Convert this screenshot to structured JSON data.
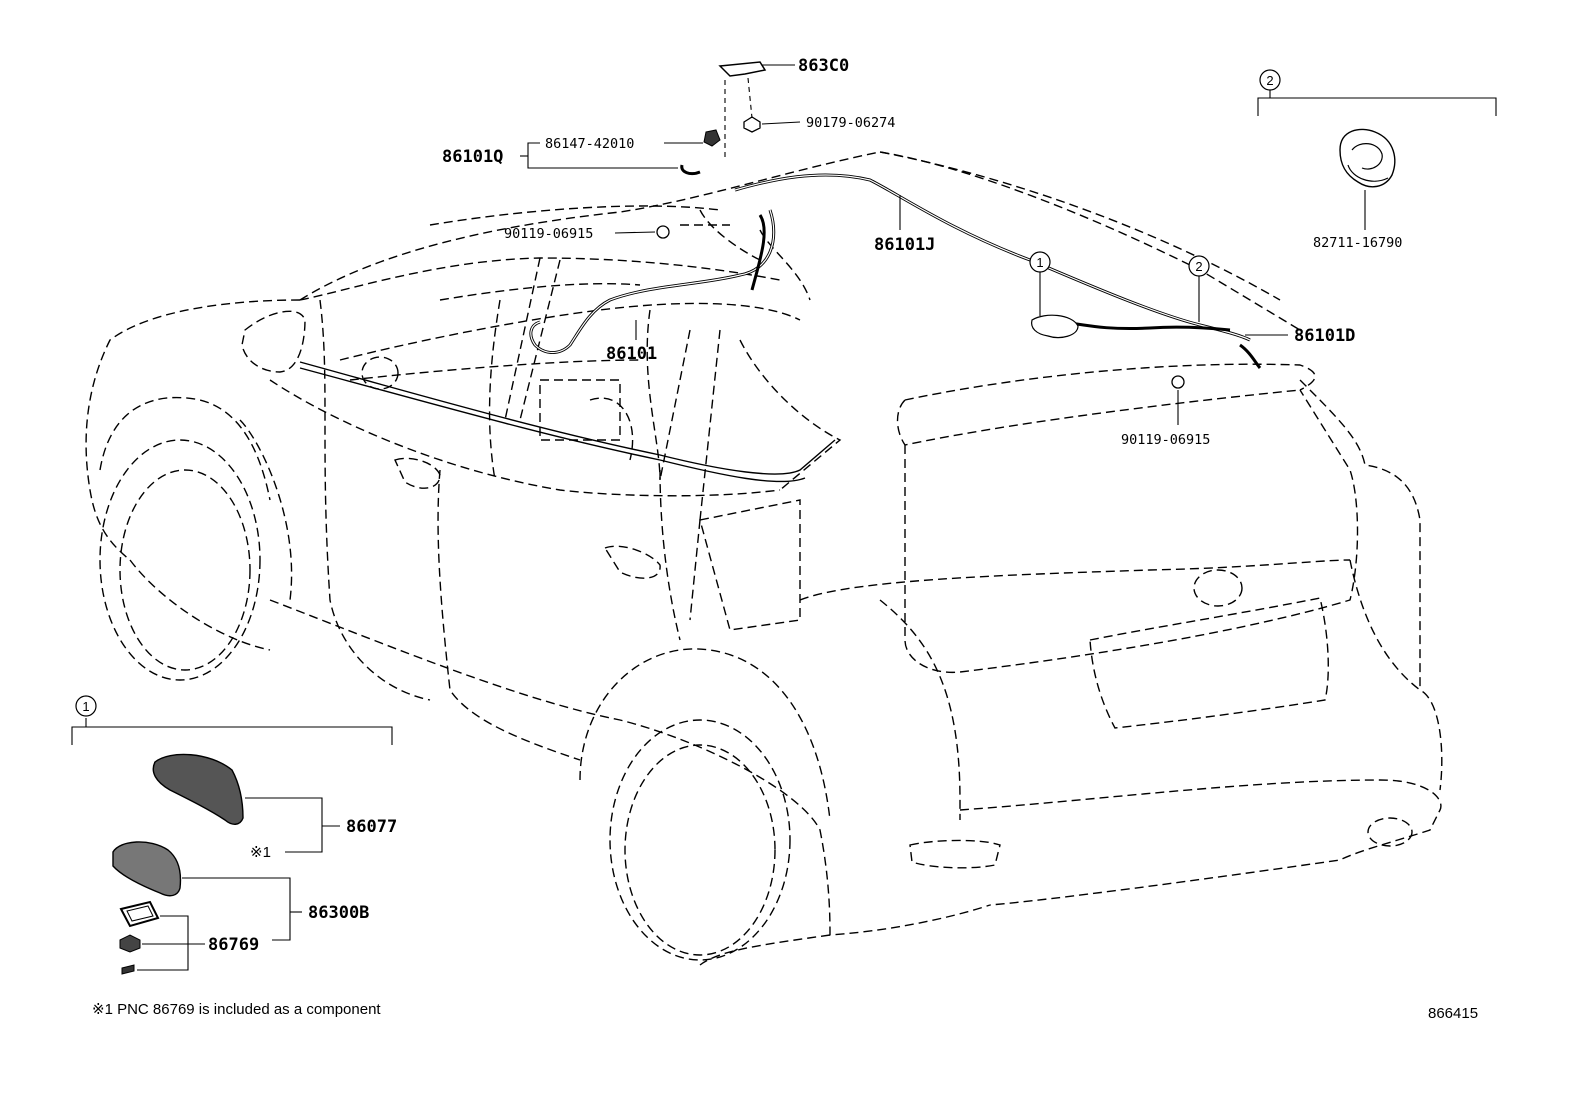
{
  "labels": {
    "p863c0": "863C0",
    "p90179": "90179-06274",
    "p86147": "86147-42010",
    "p86101q": "86101Q",
    "p90119_top": "90119-06915",
    "p86101j": "86101J",
    "p86101": "86101",
    "p86101d": "86101D",
    "p90119_rear": "90119-06915",
    "p82711": "82711-16790",
    "p86077": "86077",
    "p86300b": "86300B",
    "p86769": "86769",
    "ref_mark": "※1"
  },
  "callouts": {
    "c1": "1",
    "c2": "2"
  },
  "footnote": "※1 PNC 86769 is included as a component",
  "diagram_id": "866415"
}
